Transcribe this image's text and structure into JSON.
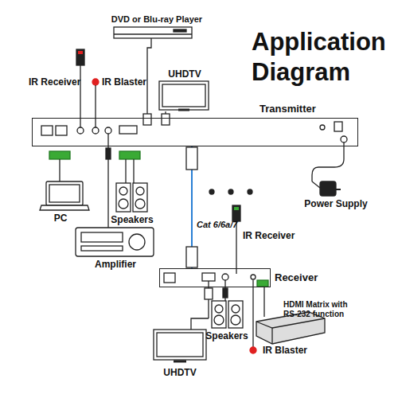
{
  "diagram": {
    "title": "Application Diagram",
    "nodes": [
      {
        "text": [
          "Transmitter"
        ]
      },
      {
        "text": [
          "Receiver"
        ]
      }
    ],
    "edges": [
      {
        "from": 0,
        "to": 1,
        "arrow": "none",
        "label": "Cat 6/6a/7"
      }
    ],
    "labels": [
      "DVD or Blu-ray Player",
      "UHDTV",
      "IR Receiver",
      "IR Blaster",
      "PC",
      "Speakers",
      "Amplifier",
      "Power Supply",
      "IR Receiver",
      "HDMI Matrix with RS-232 function",
      "Speakers",
      "UHDTV",
      "IR Blaster"
    ]
  }
}
